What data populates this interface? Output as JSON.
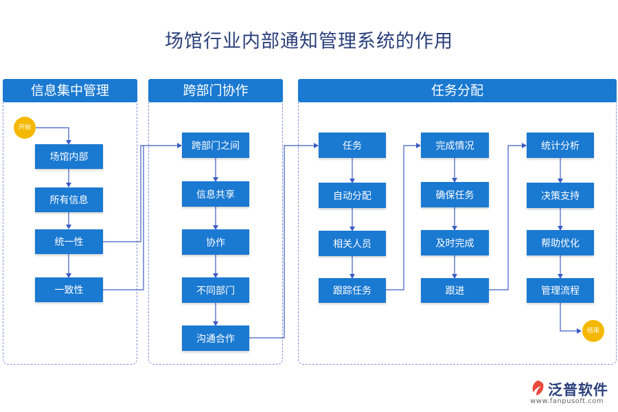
{
  "title": "场馆行业内部通知管理系统的作用",
  "columns": [
    {
      "header": "信息集中管理",
      "nodes": [
        "场馆内部",
        "所有信息",
        "统一性",
        "一致性"
      ]
    },
    {
      "header": "跨部门协作",
      "nodes": [
        "跨部门之间",
        "信息共享",
        "协作",
        "不同部门",
        "沟通合作"
      ]
    },
    {
      "header": "任务分配",
      "sub": [
        [
          "任务",
          "自动分配",
          "相关人员",
          "跟踪任务"
        ],
        [
          "完成情况",
          "确保任务",
          "及时完成",
          "跟进"
        ],
        [
          "统计分析",
          "决策支持",
          "帮助优化",
          "管理流程"
        ]
      ]
    }
  ],
  "start_label": "开始",
  "end_label": "结束",
  "logo": {
    "name": "泛普软件",
    "url": "www.fanpusoft.com"
  },
  "colors": {
    "accent": "#1a79d1",
    "circle": "#f5b800",
    "line": "#3b5cc4"
  }
}
